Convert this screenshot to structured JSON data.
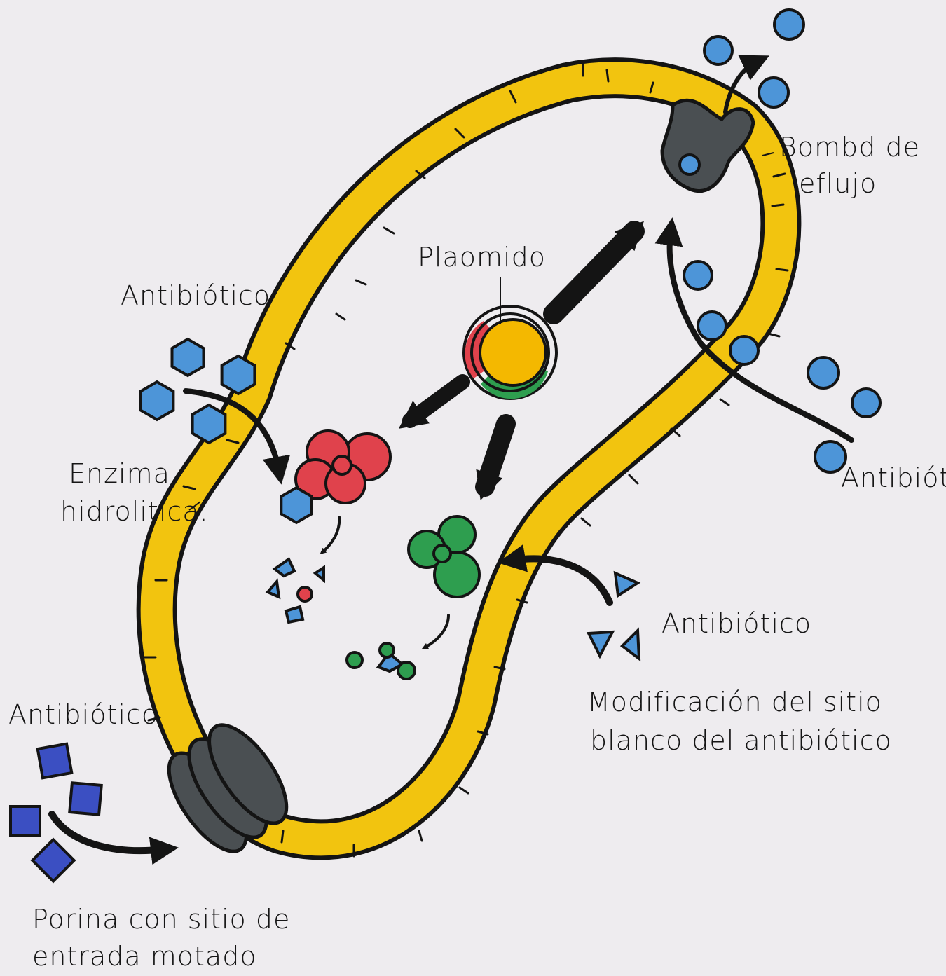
{
  "labels": {
    "plasmid": "Plaomido",
    "efflux_pump": [
      "Bombd de",
      "eflujo"
    ],
    "antibiotic_top_left": "Antibiótico",
    "hydrolytic_enzyme": [
      "Enzima",
      "hidrolitica."
    ],
    "antibiotic_right": "Antibiótic",
    "antibiotic_middle_right": "Antibiótico",
    "target_modification": [
      "Modificación del sitio",
      "blanco del antibiótico"
    ],
    "antibiotic_bottom_left": "Antibiótico",
    "porin": [
      "Porina con sitio de",
      "entrada motado"
    ]
  },
  "colors": {
    "paper": "#eeecef",
    "cell_wall": "#f2c40f",
    "outline": "#141414",
    "antibiotic_blue": "#4d95d8",
    "antibiotic_dark_blue": "#3b4fc2",
    "enzyme_red": "#e0424c",
    "target_green": "#2e9e4f",
    "plasmid_core": "#f4b800",
    "protein_gray": "#4a4f52"
  },
  "icons": [
    "hexagon-antibiotic",
    "circle-antibiotic",
    "triangle-antibiotic",
    "square-antibiotic",
    "efflux-pump",
    "porin-channel",
    "plasmid",
    "hydrolytic-enzyme",
    "target-protein"
  ]
}
